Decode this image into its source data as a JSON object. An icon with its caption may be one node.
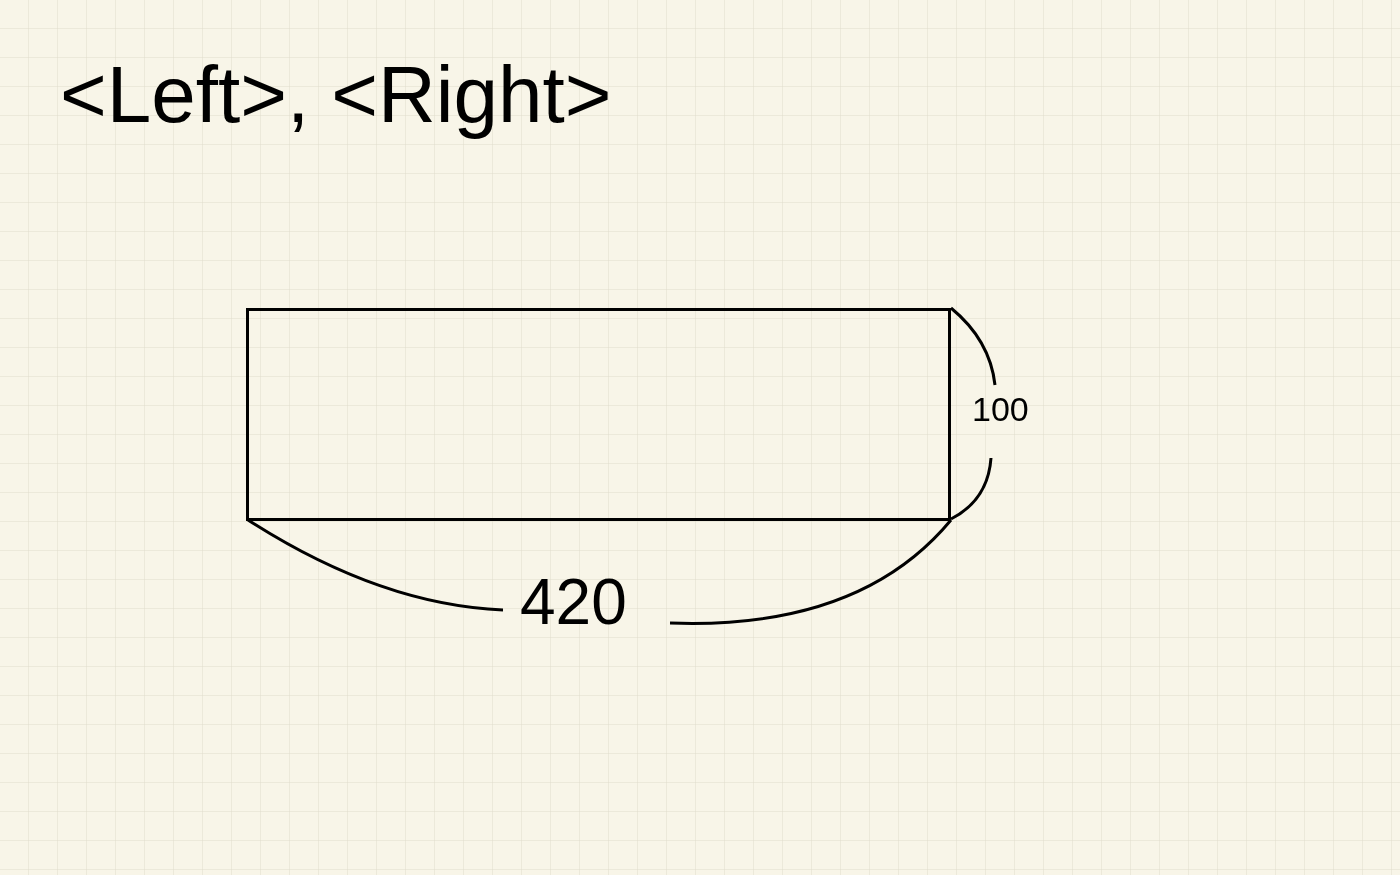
{
  "diagram": {
    "title": "<Left>, <Right>",
    "nodes": [
      {
        "text": [],
        "shape": "box"
      }
    ],
    "labels": [
      "100",
      "420"
    ]
  }
}
